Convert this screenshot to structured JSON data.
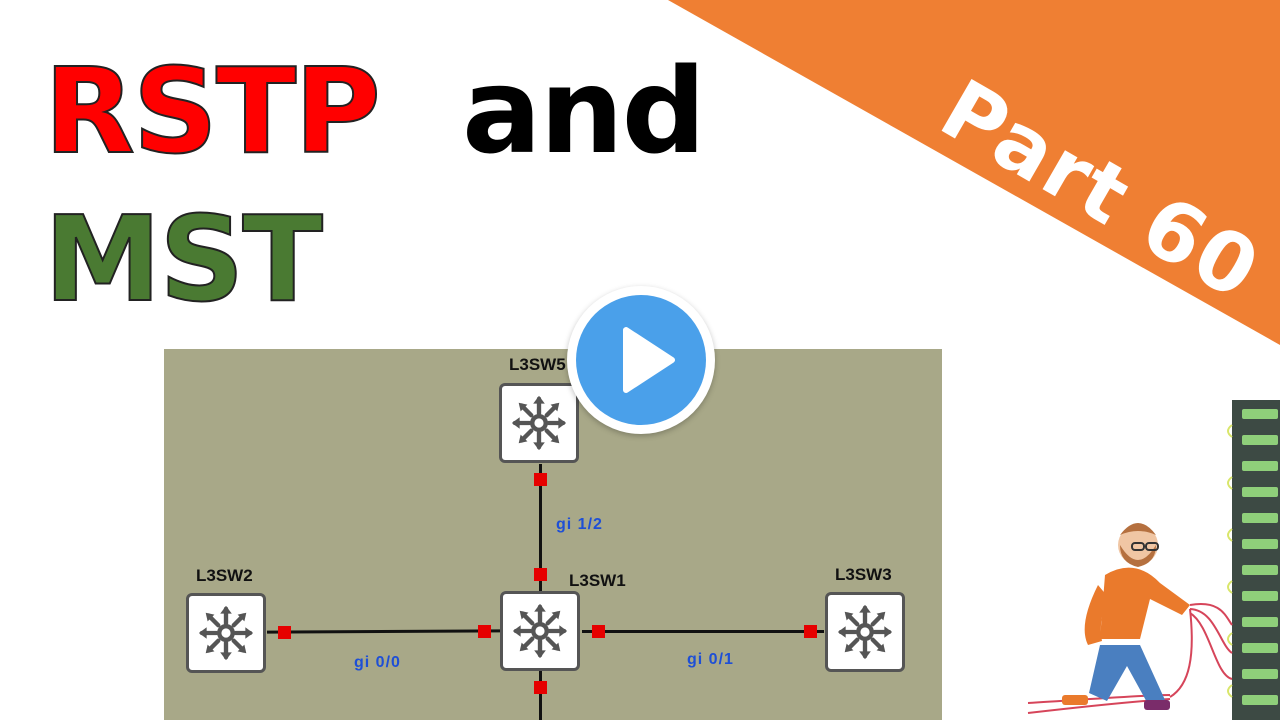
{
  "thumbnail": {
    "title_word_1": "RSTP",
    "title_word_2": "and",
    "title_word_3": "MST",
    "part_label": "Part 60"
  },
  "colors": {
    "banner": "#ef7f33",
    "title_red": "#ff0000",
    "title_green": "#4a7a32",
    "diagram_bg": "#a8a888",
    "port": "#e60000",
    "link_label": "#1e4fd6",
    "play": "#4aa0ea"
  },
  "diagram": {
    "nodes": [
      {
        "name": "L3SW5",
        "icon": "layer3-switch-icon"
      },
      {
        "name": "L3SW2",
        "icon": "layer3-switch-icon"
      },
      {
        "name": "L3SW1",
        "icon": "layer3-switch-icon"
      },
      {
        "name": "L3SW3",
        "icon": "layer3-switch-icon"
      }
    ],
    "links": [
      {
        "label": "gi 1/2"
      },
      {
        "label": "gi 0/0"
      },
      {
        "label": "gi 0/1"
      }
    ]
  },
  "overlay": {
    "play_icon": "play-icon"
  },
  "illustration": {
    "icon": "technician-cabling-server-rack"
  }
}
